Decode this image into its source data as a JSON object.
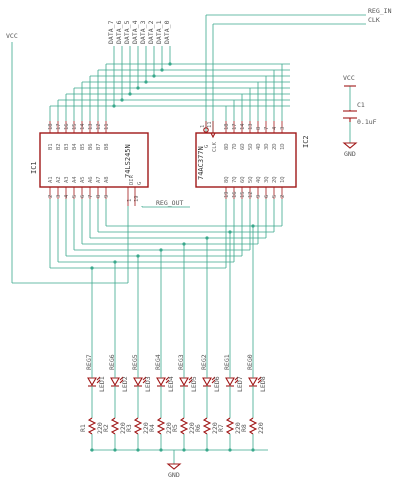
{
  "nets": {
    "vcc": "VCC",
    "gnd": "GND",
    "reg_in": "REG_IN",
    "clk": "CLK",
    "reg_out": "REG_OUT",
    "data": [
      "DATA_7",
      "DATA_6",
      "DATA_5",
      "DATA_4",
      "DATA_3",
      "DATA_2",
      "DATA_1",
      "DATA_0"
    ]
  },
  "ic1": {
    "ref": "IC1",
    "part": "74LS245N",
    "b_labels": [
      "B1",
      "B2",
      "B3",
      "B4",
      "B5",
      "B6",
      "B7",
      "B8"
    ],
    "a_labels": [
      "A1",
      "A2",
      "A3",
      "A4",
      "A5",
      "A6",
      "A7",
      "A8"
    ],
    "top_pins": [
      "18",
      "17",
      "16",
      "15",
      "14",
      "13",
      "12",
      "11"
    ],
    "bottom_pins": [
      "2",
      "3",
      "4",
      "5",
      "6",
      "7",
      "8",
      "9"
    ],
    "dir_label": "DIR",
    "g_label": "G",
    "dir_pin": "1",
    "g_pin": "19"
  },
  "ic2": {
    "ref": "IC2",
    "part": "74AC377N",
    "g_label": "G",
    "clk_label": "CLK",
    "g_pin": "1",
    "clk_pin": "11",
    "d_labels": [
      "8D",
      "7D",
      "6D",
      "5D",
      "4D",
      "3D",
      "2D",
      "1D"
    ],
    "d_pins": [
      "18",
      "17",
      "14",
      "13",
      "8",
      "7",
      "4",
      "3"
    ],
    "q_labels": [
      "8Q",
      "7Q",
      "6Q",
      "5Q",
      "4Q",
      "3Q",
      "2Q",
      "1Q"
    ],
    "q_pins": [
      "19",
      "16",
      "15",
      "12",
      "9",
      "6",
      "5",
      "2"
    ]
  },
  "c1": {
    "ref": "C1",
    "value": "0.1uF",
    "vcc": "VCC",
    "gnd": "GND"
  },
  "reg_labels": [
    "REG7",
    "REG6",
    "REG5",
    "REG4",
    "REG3",
    "REG2",
    "REG1",
    "REG0"
  ],
  "leds": [
    "LED1",
    "LED2",
    "LED3",
    "LED4",
    "LED5",
    "LED6",
    "LED7",
    "LED8"
  ],
  "resistors": [
    "R1",
    "R2",
    "R3",
    "R4",
    "R5",
    "R6",
    "R7",
    "R8"
  ],
  "resistor_value": "220",
  "colors": {
    "wire": "#3aa88c",
    "part": "#a01818",
    "text": "#555555"
  }
}
